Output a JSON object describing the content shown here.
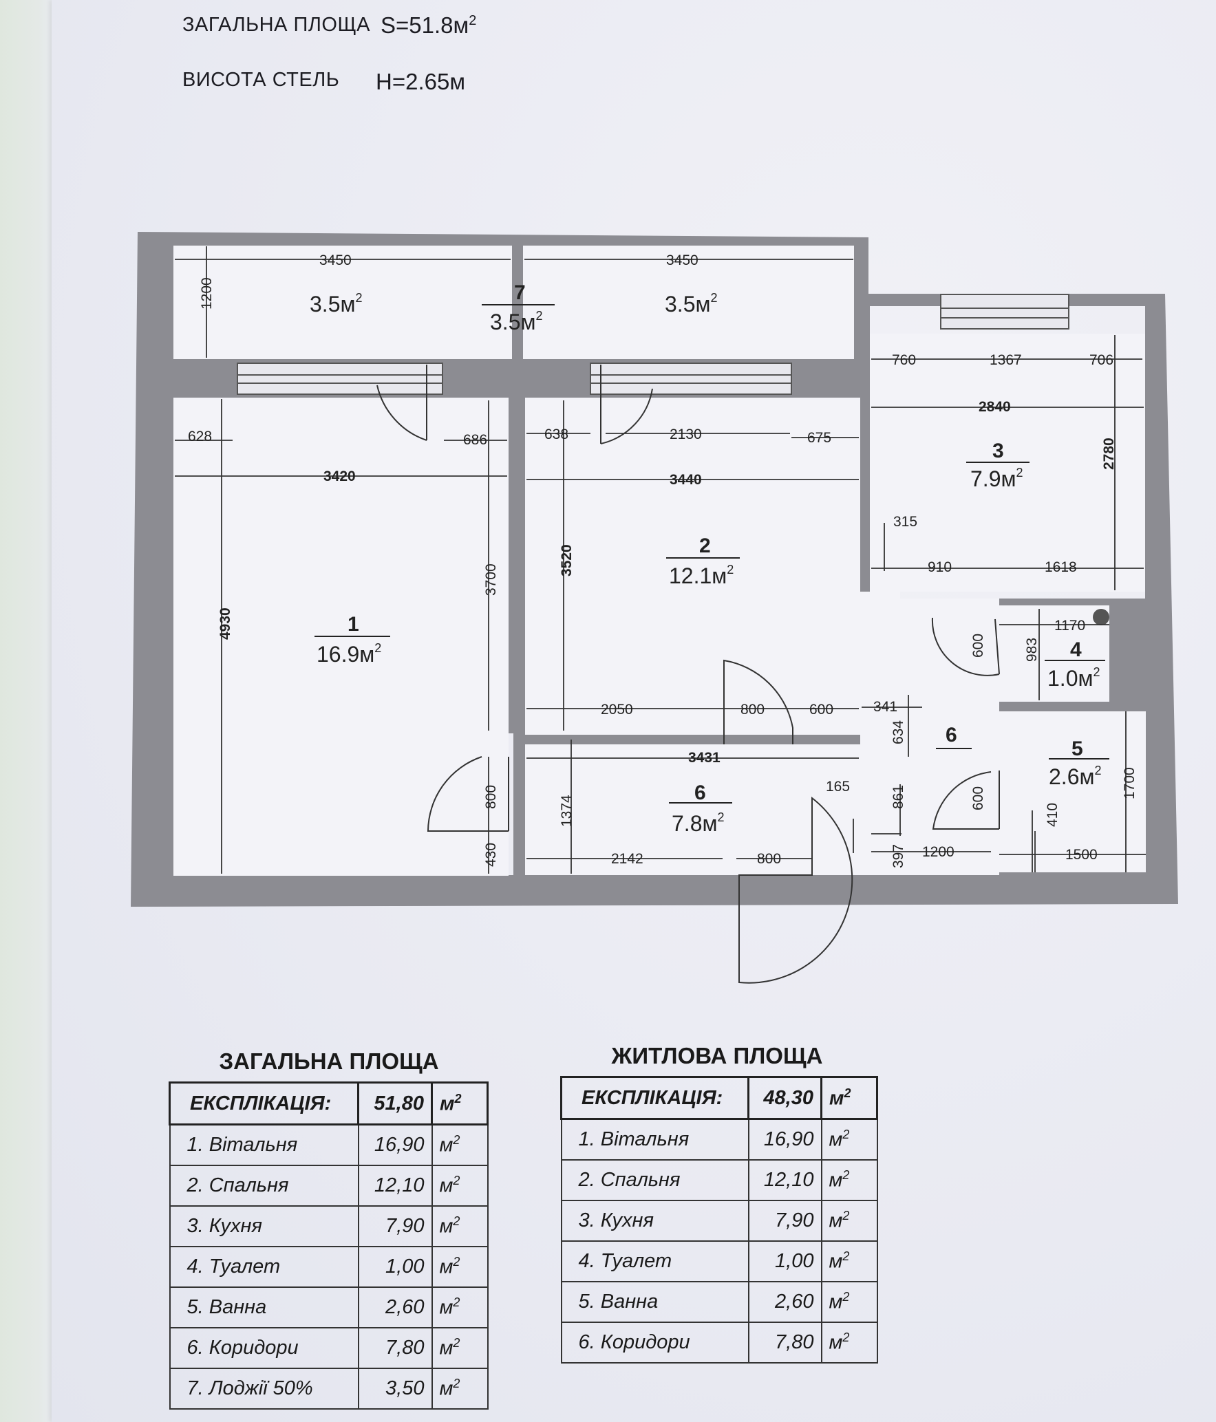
{
  "header": {
    "total_area_label": "ЗАГАЛЬНА ПЛОЩА",
    "total_area_value": "S=51.8м",
    "total_area_exp": "2",
    "ceiling_label": "ВИСОТА СТЕЛЬ",
    "ceiling_value": "H=2.65м"
  },
  "rooms": [
    {
      "num": "1",
      "area": "16.9м",
      "exp": "2"
    },
    {
      "num": "2",
      "area": "12.1м",
      "exp": "2"
    },
    {
      "num": "3",
      "area": "7.9м",
      "exp": "2"
    },
    {
      "num": "4",
      "area": "1.0м",
      "exp": "2"
    },
    {
      "num": "5",
      "area": "2.6м",
      "exp": "2"
    },
    {
      "num": "6",
      "area": "7.8м",
      "exp": "2"
    },
    {
      "num": "6",
      "area": "",
      "exp": ""
    },
    {
      "num": "7",
      "area": "3.5м",
      "exp": "2"
    }
  ],
  "loggia_parts": [
    {
      "area": "3.5м",
      "exp": "2"
    },
    {
      "area": "3.5м",
      "exp": "2"
    }
  ],
  "dimensions": [
    "3450",
    "3450",
    "1200",
    "628",
    "686",
    "638",
    "2130",
    "675",
    "3420",
    "3440",
    "4930",
    "3700",
    "3520",
    "760",
    "1367",
    "706",
    "2840",
    "2780",
    "315",
    "910",
    "1618",
    "1170",
    "600",
    "983",
    "2050",
    "800",
    "600",
    "341",
    "634",
    "3431",
    "165",
    "861",
    "800",
    "1374",
    "430",
    "2142",
    "800",
    "397",
    "1200",
    "600",
    "410",
    "1500",
    "1700"
  ],
  "table_total": {
    "title": "ЗАГАЛЬНА ПЛОЩА",
    "head_label": "ЕКСПЛІКАЦІЯ:",
    "head_value": "51,80",
    "unit": "м",
    "unit_exp": "2",
    "rows": [
      {
        "label": "1. Вітальня",
        "value": "16,90"
      },
      {
        "label": "2. Спальня",
        "value": "12,10"
      },
      {
        "label": "3. Кухня",
        "value": "7,90"
      },
      {
        "label": "4. Туалет",
        "value": "1,00"
      },
      {
        "label": "5. Ванна",
        "value": "2,60"
      },
      {
        "label": "6. Коридори",
        "value": "7,80"
      },
      {
        "label": "7. Лоджії 50%",
        "value": "3,50"
      }
    ]
  },
  "table_living": {
    "title": "ЖИТЛОВА ПЛОЩА",
    "head_label": "ЕКСПЛІКАЦІЯ:",
    "head_value": "48,30",
    "unit": "м",
    "unit_exp": "2",
    "rows": [
      {
        "label": "1. Вітальня",
        "value": "16,90"
      },
      {
        "label": "2. Спальня",
        "value": "12,10"
      },
      {
        "label": "3. Кухня",
        "value": "7,90"
      },
      {
        "label": "4. Туалет",
        "value": "1,00"
      },
      {
        "label": "5. Ванна",
        "value": "2,60"
      },
      {
        "label": "6. Коридори",
        "value": "7,80"
      }
    ]
  },
  "colors": {
    "wall": "#8c8c92",
    "ink": "#222222",
    "paper": "#ecedf3"
  }
}
